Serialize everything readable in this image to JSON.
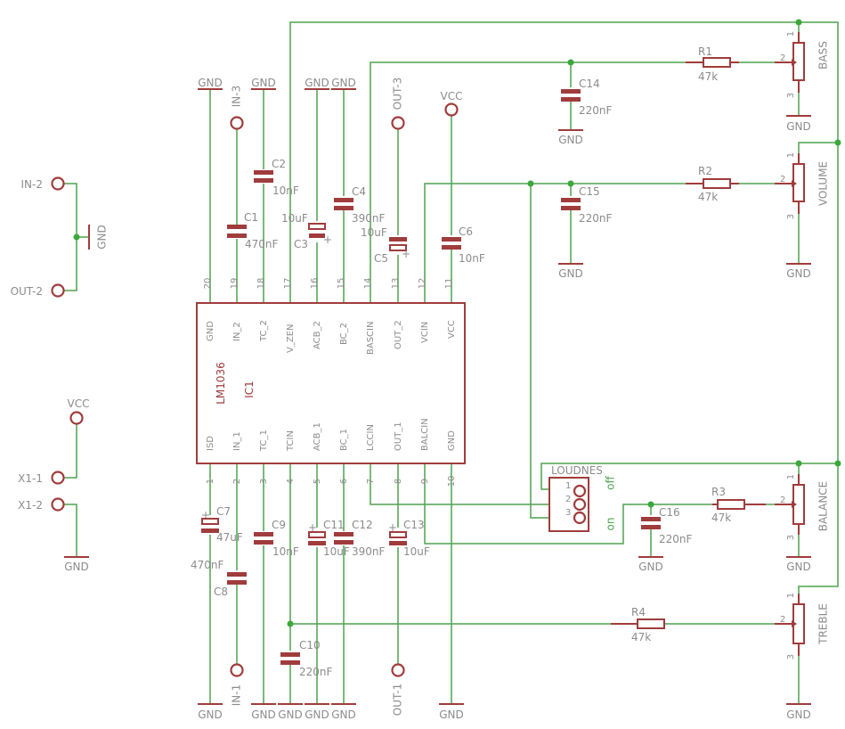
{
  "ic": {
    "name": "LM1036",
    "ref": "IC1",
    "top_pins": [
      {
        "num": "20",
        "name": "GND"
      },
      {
        "num": "19",
        "name": "IN_2"
      },
      {
        "num": "18",
        "name": "TC_2"
      },
      {
        "num": "17",
        "name": "V_ZEN"
      },
      {
        "num": "16",
        "name": "ACB_2"
      },
      {
        "num": "15",
        "name": "BC_2"
      },
      {
        "num": "14",
        "name": "BASCIN"
      },
      {
        "num": "13",
        "name": "OUT_2"
      },
      {
        "num": "12",
        "name": "VCIN"
      },
      {
        "num": "11",
        "name": "VCC"
      }
    ],
    "bottom_pins": [
      {
        "num": "1",
        "name": "ISD"
      },
      {
        "num": "2",
        "name": "IN_1"
      },
      {
        "num": "3",
        "name": "TC_1"
      },
      {
        "num": "4",
        "name": "TCIN"
      },
      {
        "num": "5",
        "name": "ACB_1"
      },
      {
        "num": "6",
        "name": "BC_1"
      },
      {
        "num": "7",
        "name": "LCCIN"
      },
      {
        "num": "8",
        "name": "OUT_1"
      },
      {
        "num": "9",
        "name": "BALCIN"
      },
      {
        "num": "10",
        "name": "GND"
      }
    ]
  },
  "labels": {
    "gnd": "GND",
    "vcc": "VCC",
    "in2": "IN-2",
    "out2": "OUT-2",
    "in3": "IN-3",
    "out3": "OUT-3",
    "in1": "IN-1",
    "out1": "OUT-1",
    "x11": "X1-1",
    "x12": "X1-2"
  },
  "caps": {
    "c1": {
      "ref": "C1",
      "value": "470nF"
    },
    "c2": {
      "ref": "C2",
      "value": "10nF"
    },
    "c3": {
      "ref": "C3",
      "value": "10uF"
    },
    "c4": {
      "ref": "C4",
      "value": "390nF"
    },
    "c5": {
      "ref": "C5",
      "value": "10uF"
    },
    "c6": {
      "ref": "C6",
      "value": "10nF"
    },
    "c7": {
      "ref": "C7",
      "value": "47uF"
    },
    "c8": {
      "ref": "C8",
      "value": "470nF"
    },
    "c9": {
      "ref": "C9",
      "value": "10nF"
    },
    "c10": {
      "ref": "C10",
      "value": "220nF"
    },
    "c11": {
      "ref": "C11",
      "value": "10uF"
    },
    "c12": {
      "ref": "C12",
      "value": "390nF"
    },
    "c13": {
      "ref": "C13",
      "value": "10uF"
    },
    "c14": {
      "ref": "C14",
      "value": "220nF"
    },
    "c15": {
      "ref": "C15",
      "value": "220nF"
    },
    "c16": {
      "ref": "C16",
      "value": "220nF"
    }
  },
  "resistors": {
    "r1": {
      "ref": "R1",
      "value": "47k"
    },
    "r2": {
      "ref": "R2",
      "value": "47k"
    },
    "r3": {
      "ref": "R3",
      "value": "47k"
    },
    "r4": {
      "ref": "R4",
      "value": "47k"
    }
  },
  "pots": {
    "bass": "BASS",
    "volume": "VOLUME",
    "balance": "BALANCE",
    "treble": "TREBLE",
    "pin1": "1",
    "pin2": "2",
    "pin3": "3"
  },
  "switch": {
    "name": "LOUDNES",
    "pin1": "1",
    "pin2": "2",
    "pin3": "3",
    "off": "off",
    "on": "on"
  },
  "colors": {
    "wire": "#4ea24e",
    "part": "#a03c3c",
    "text": "#8c8c8c"
  }
}
